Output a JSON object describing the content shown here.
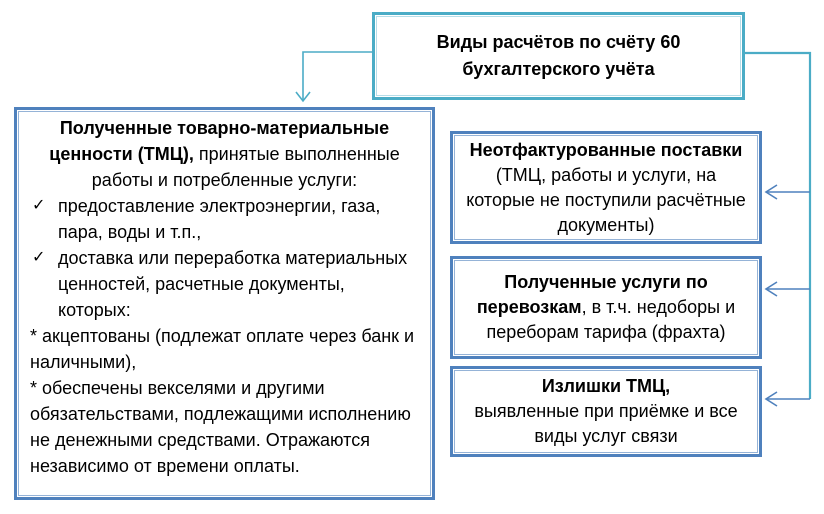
{
  "diagram": {
    "title_box": {
      "title": "Виды расчётов по счёту 60\nбухгалтерского учёта"
    },
    "left_box": {
      "header_bold": "Полученные товарно-материальные ценности (ТМЦ),",
      "header_rest": " принятые выполненные работы и потребленные услуги:",
      "check_glyph": "✓",
      "bullets": [
        {
          "text": "предоставление электроэнергии, газа, пара, воды и т.п.,"
        },
        {
          "text": "доставка или переработка материальных ценностей, расчетные документы, которых:"
        }
      ],
      "sub_items": [
        "* акцептованы (подлежат оплате через банк и наличными),",
        "* обеспечены векселями и другими обязательствами, подлежащими исполнению не денежными средствами. Отражаются независимо от времени оплаты."
      ]
    },
    "right_boxes": [
      {
        "bold": "Неотфактурованные поставки",
        "rest": " (ТМЦ, работы и услуги, на которые не поступили расчётные документы)"
      },
      {
        "bold": "Полученные услуги по перевозкам",
        "rest": ", в т.ч. недоборы и переборам тарифа (фрахта)"
      },
      {
        "bold": "Излишки ТМЦ,",
        "rest": "выявленные при приёмке и все виды услуг связи"
      }
    ],
    "colors": {
      "teal_border": "#4BACC6",
      "blue_border": "#4F81BD",
      "connector_teal": "#4BACC6",
      "arrow_blue": "#4F81BD",
      "text": "#000000",
      "background": "#FFFFFF"
    }
  }
}
